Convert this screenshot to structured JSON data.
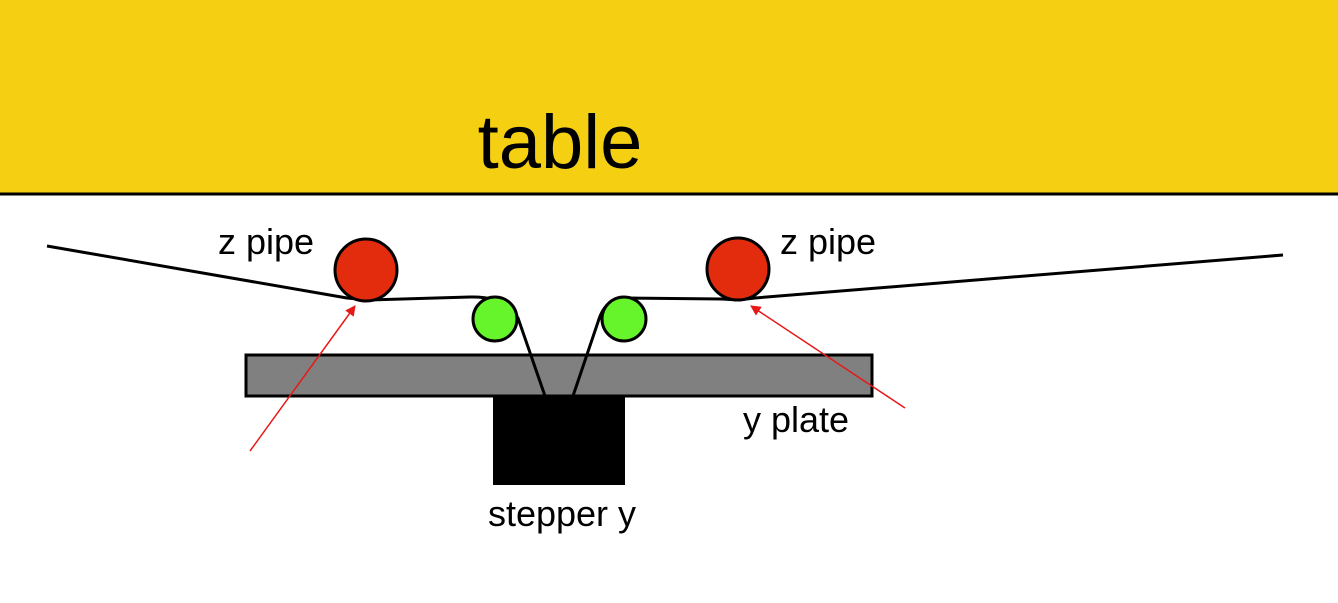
{
  "labels": {
    "table": "table",
    "z_pipe_left": "z pipe",
    "z_pipe_right": "z pipe",
    "y_plate": "y plate",
    "stepper_y": "stepper y"
  },
  "colors": {
    "table": "#f5cf12",
    "z_pipe": "#e32b0d",
    "idler": "#66f52a",
    "y_plate": "#808080",
    "stepper": "#000000",
    "arrow": "#e61919"
  }
}
